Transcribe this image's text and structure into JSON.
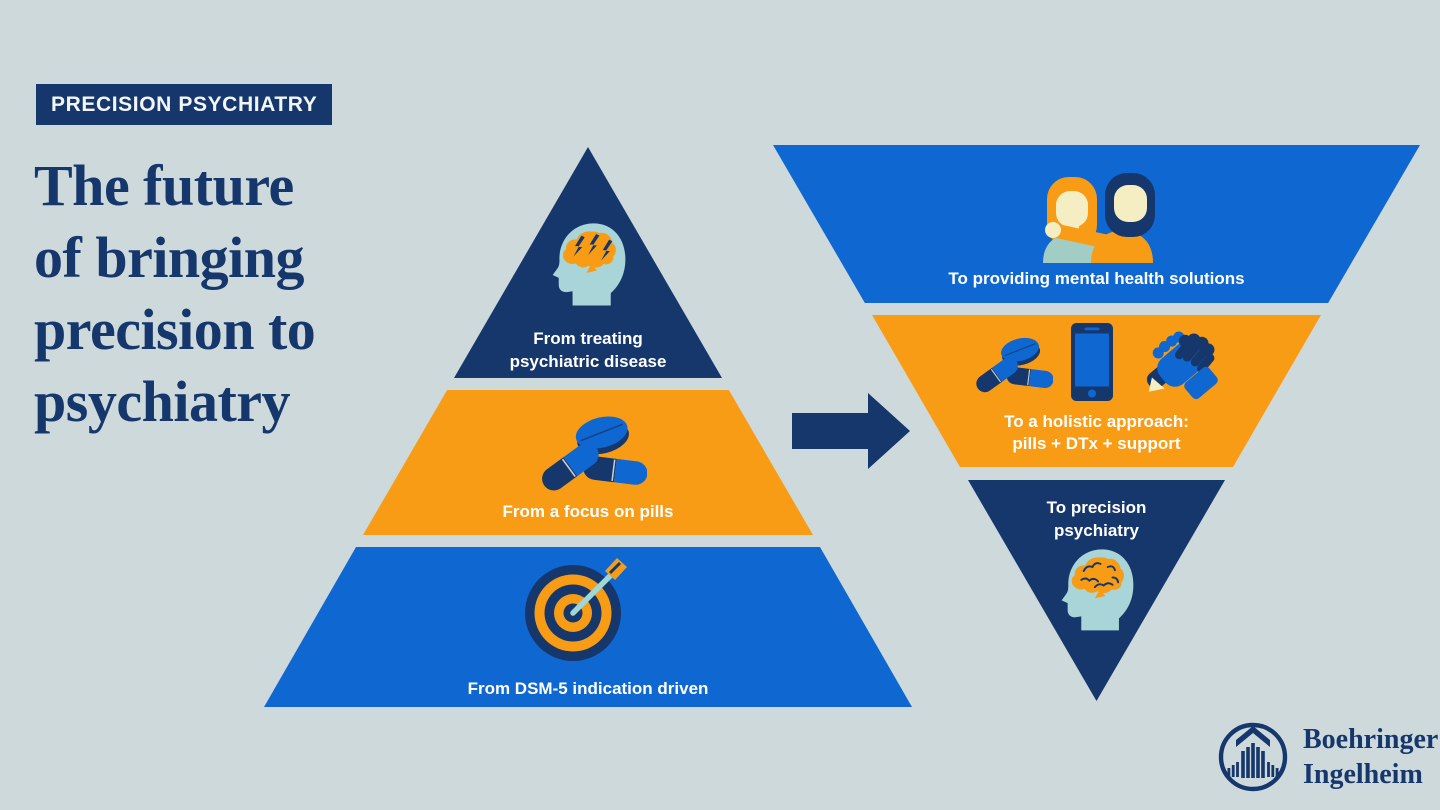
{
  "colors": {
    "background": "#ced9db",
    "navy": "#16376c",
    "blue": "#0f67d1",
    "orange": "#f89c15",
    "head_teal": "#a9d4d8",
    "skin_cream": "#f6eec3",
    "shirt_teal": "#a2cdc4",
    "text_white": "#ffffff"
  },
  "header": {
    "badge": "PRECISION PSYCHIATRY",
    "title": "The future\nof bringing\nprecision to\npsychiatry"
  },
  "left_pyramid": {
    "sections": [
      {
        "label": "From treating\npsychiatric disease",
        "icon": "head-brain-lightning-icon",
        "color": "#16376c"
      },
      {
        "label": "From a focus on pills",
        "icon": "pills-icon",
        "color": "#f89c15"
      },
      {
        "label": "From DSM-5 indication driven",
        "icon": "target-arrow-icon",
        "color": "#0f67d1"
      }
    ]
  },
  "arrow": {
    "icon": "right-arrow-icon",
    "color": "#16376c",
    "direction": "right"
  },
  "right_funnel": {
    "sections": [
      {
        "label": "To providing mental health solutions",
        "icon": "two-people-icon",
        "color": "#0f67d1"
      },
      {
        "label": "To a holistic approach:\npills + DTx + support",
        "icon": "pills-phone-handshake-icons",
        "color": "#f89c15"
      },
      {
        "label": "To precision\npsychiatry",
        "icon": "head-brain-icon",
        "color": "#16376c"
      }
    ]
  },
  "logo": {
    "emblem": "boehringer-emblem-icon",
    "line1": "Boehringer",
    "line2": "Ingelheim"
  }
}
